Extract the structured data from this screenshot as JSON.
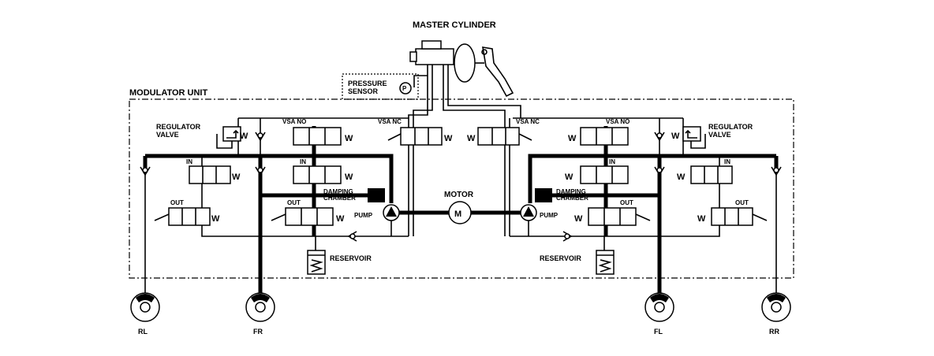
{
  "labels": {
    "master_cylinder": "MASTER CYLINDER",
    "pressure_sensor_1": "PRESSURE",
    "pressure_sensor_2": "SENSOR",
    "pressure_symbol": "P",
    "modulator_unit": "MODULATOR UNIT",
    "regulator_1": "REGULATOR",
    "regulator_2": "VALVE",
    "vsa_no": "VSA NO",
    "vsa_nc": "VSA NC",
    "in": "IN",
    "out": "OUT",
    "damping_1": "DAMPING",
    "damping_2": "CHAMBER",
    "pump": "PUMP",
    "motor": "MOTOR",
    "motor_symbol": "M",
    "reservoir": "RESERVOIR",
    "spring": "W"
  },
  "wheels": [
    "RL",
    "FR",
    "FL",
    "RR"
  ]
}
